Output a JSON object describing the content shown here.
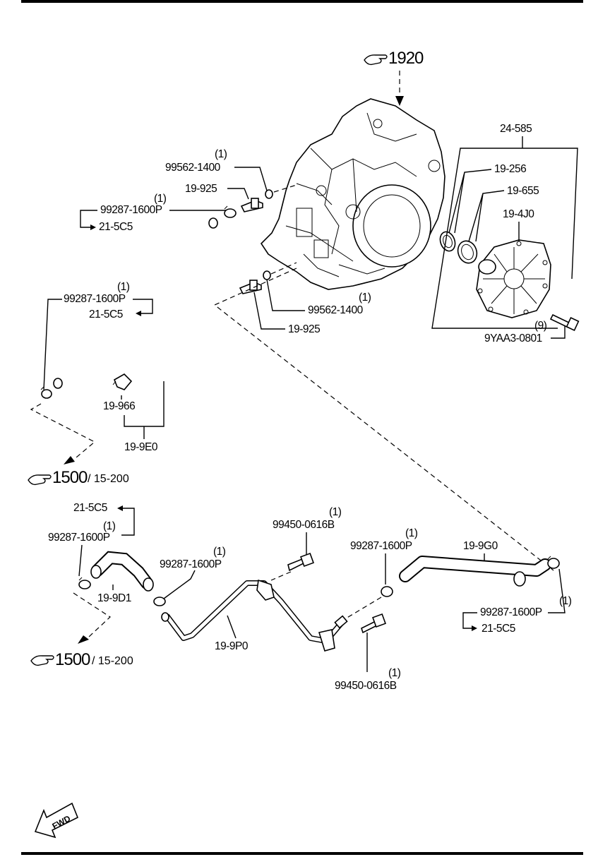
{
  "refs": {
    "r1920": "1920",
    "r1500a": "1500",
    "r1500a_sub": "15-200",
    "r1500b": "1500",
    "r1500b_sub": "15-200"
  },
  "labels": {
    "l_24_585": "24-585",
    "l_19_256": "19-256",
    "l_19_655": "19-655",
    "l_19_4j0": "19-4J0",
    "l_9yaa3_qty": "(9)",
    "l_9yaa3": "9YAA3-0801",
    "l_99562_top_qty": "(1)",
    "l_99562_top": "99562-1400",
    "l_19_925_top": "19-925",
    "l_99287_a_qty": "(1)",
    "l_99287_a": "99287-1600P",
    "l_21_5c5_a": "21-5C5",
    "l_99287_b_qty": "(1)",
    "l_99287_b": "99287-1600P",
    "l_21_5c5_b": "21-5C5",
    "l_99562_mid_qty": "(1)",
    "l_99562_mid": "99562-1400",
    "l_19_925_mid": "19-925",
    "l_19_966": "19-966",
    "l_19_9e0": "19-9E0",
    "l_21_5c5_c": "21-5C5",
    "l_99287_c_qty": "(1)",
    "l_99287_c": "99287-1600P",
    "l_19_9d1": "19-9D1",
    "l_99287_d_qty": "(1)",
    "l_99287_d": "99287-1600P",
    "l_99450_top_qty": "(1)",
    "l_99450_top": "99450-0616B",
    "l_99287_e_qty": "(1)",
    "l_99287_e": "99287-1600P",
    "l_19_9g0": "19-9G0",
    "l_99287_f_qty": "(1)",
    "l_99287_f": "99287-1600P",
    "l_21_5c5_f": "21-5C5",
    "l_19_9p0": "19-9P0",
    "l_99450_bot_qty": "(1)",
    "l_99450_bot": "99450-0616B"
  },
  "fwd": "FWD",
  "icons": {
    "ref": "pointing-hand-icon",
    "fwd": "forward-arrow-icon"
  }
}
